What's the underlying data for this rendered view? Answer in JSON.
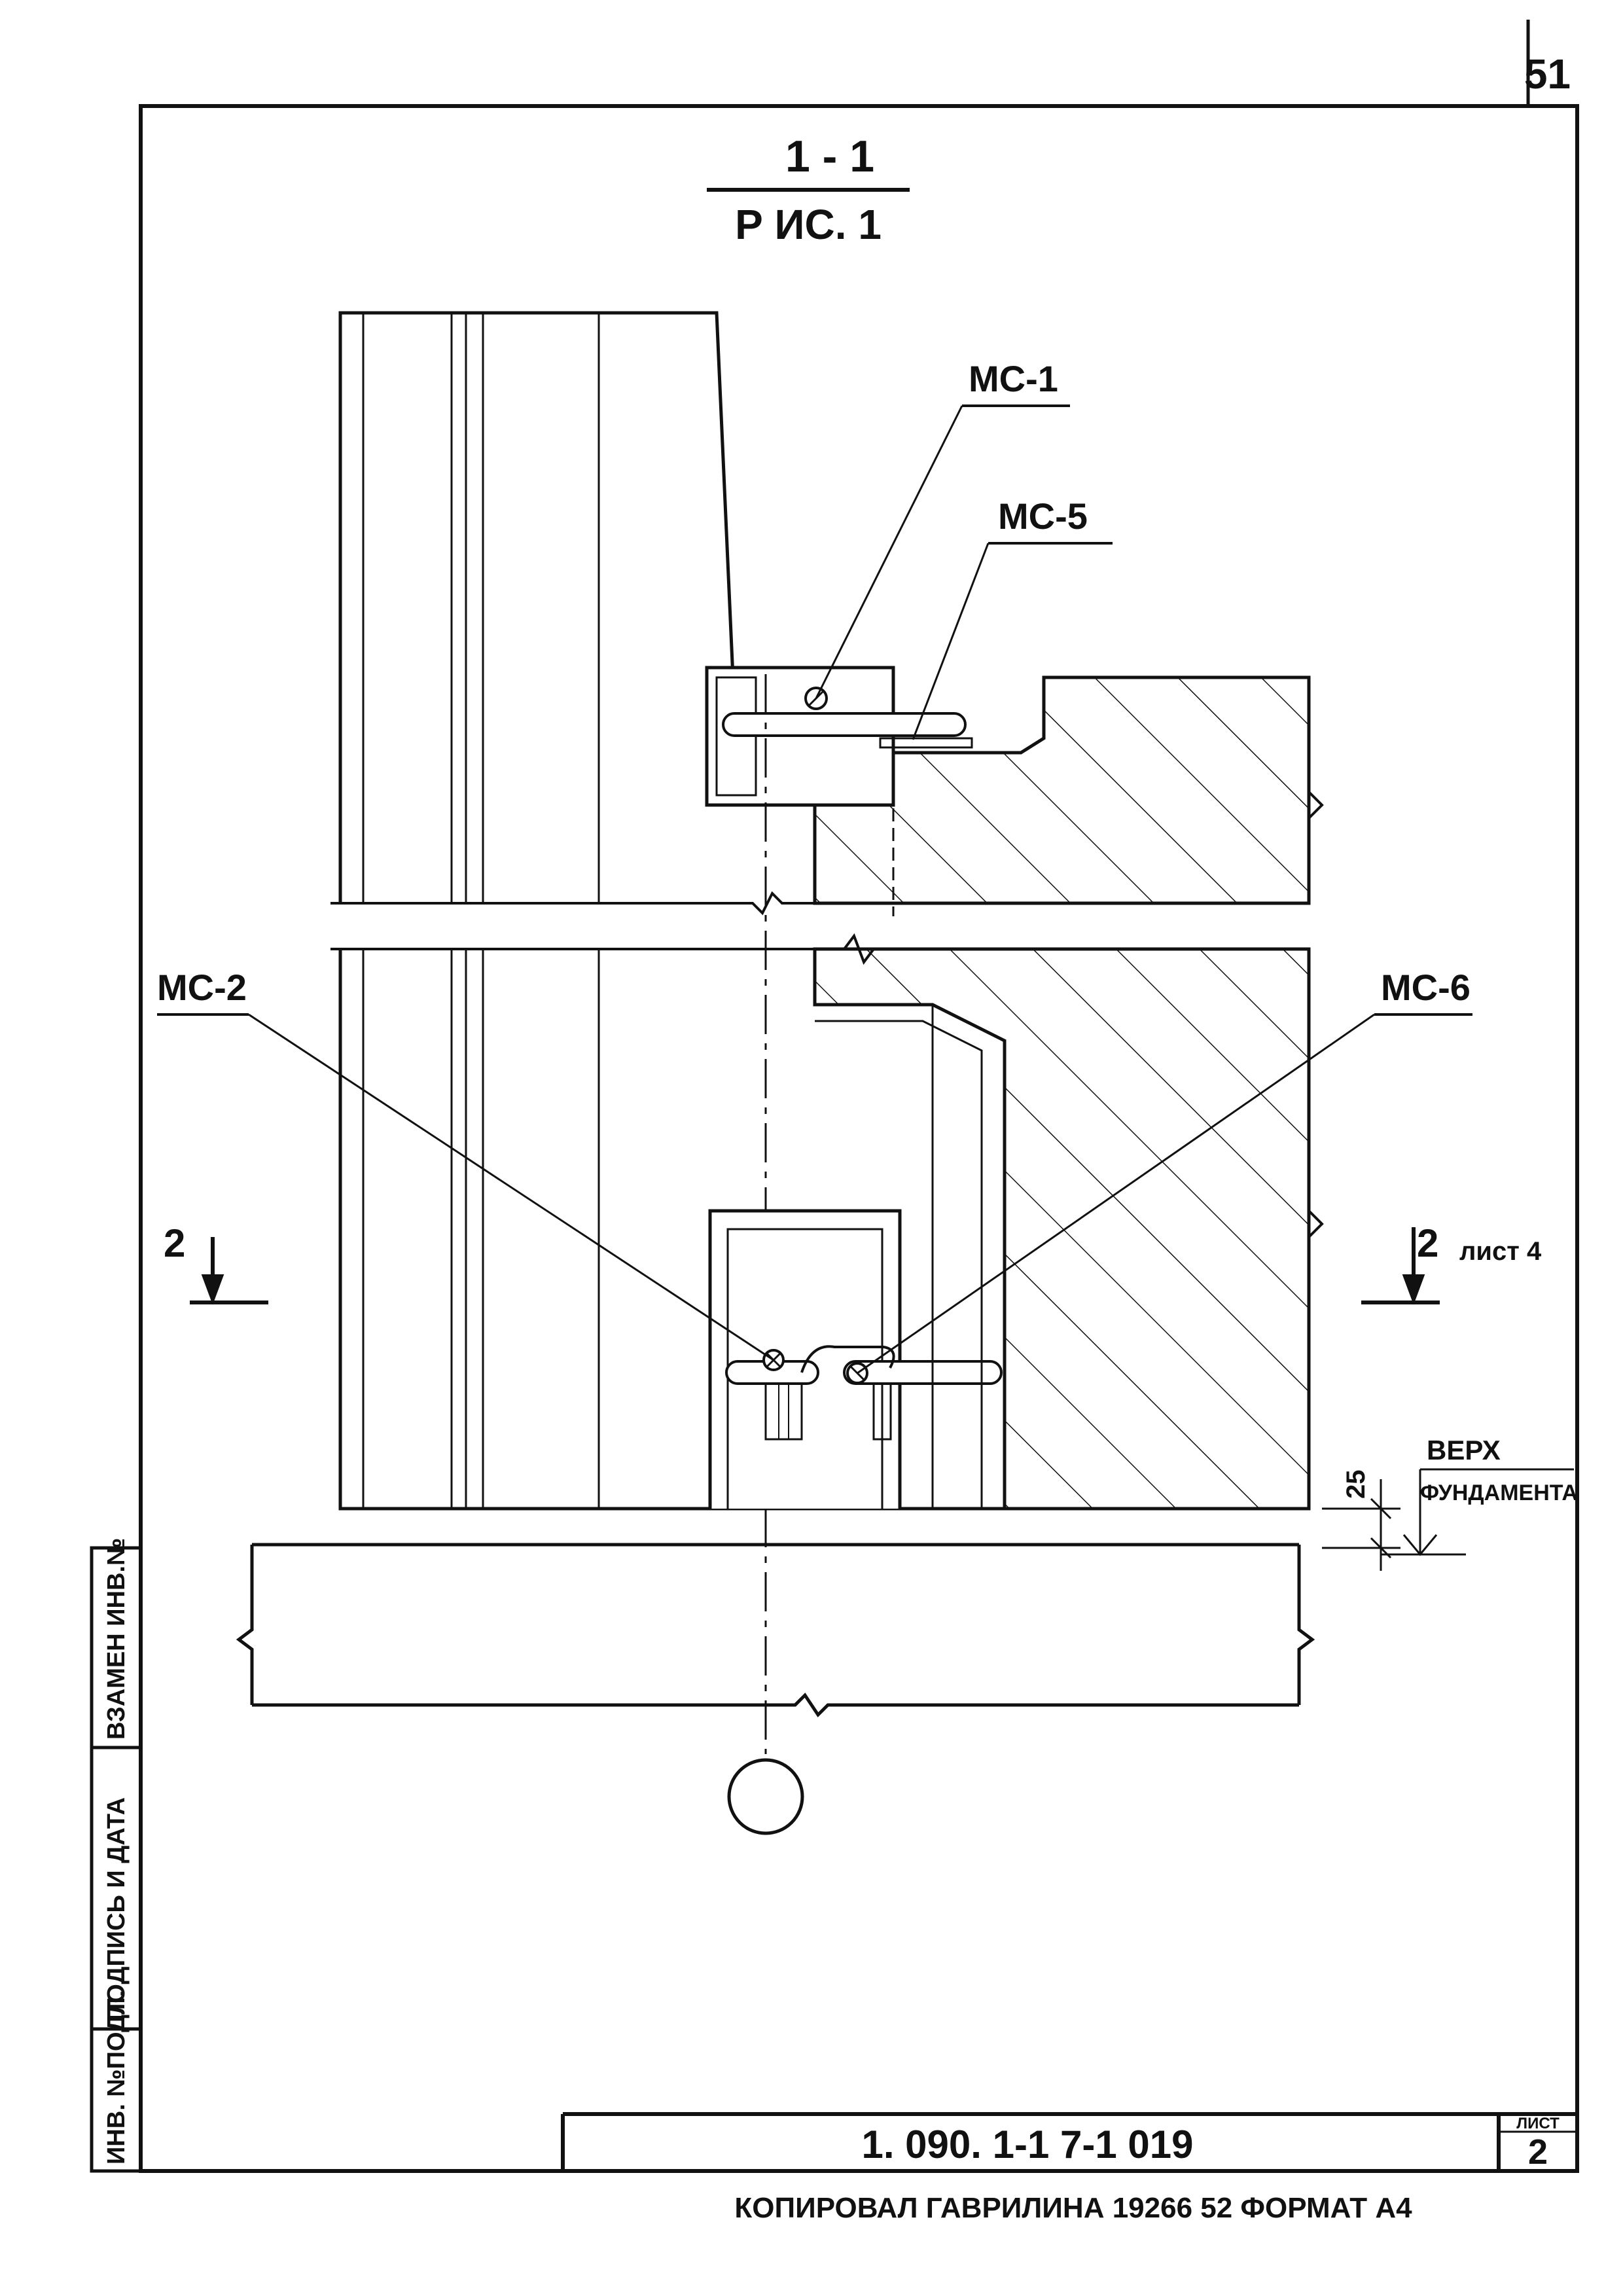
{
  "page_number": "51",
  "section": {
    "top": "1 - 1",
    "bottom": "Р ИС. 1"
  },
  "callouts": {
    "mc1": "МС-1",
    "mc5": "МС-5",
    "mc2": "МС-2",
    "mc6": "МС-6"
  },
  "section_mark_left": "2",
  "section_mark_right": "2",
  "section_mark_ref": "лист 4",
  "level_label_top": "ВЕРХ",
  "level_label_bottom": "ФУНДАМЕНТА",
  "dimension": "25",
  "side_stamp": {
    "inv_podl": "ИНВ. №ПОДЛ.",
    "podpis_data": "ПОДПИСЬ И ДАТА",
    "vzamen_inv": "ВЗАМЕН ИНВ.№"
  },
  "title_block": {
    "code": "1. 090. 1-1 7-1 019",
    "sheet_label": "ЛИСТ",
    "sheet_number": "2"
  },
  "footer": "КОПИРОВАЛ ГАВРИЛИНА    19266    52    ФОРМАТ А4"
}
